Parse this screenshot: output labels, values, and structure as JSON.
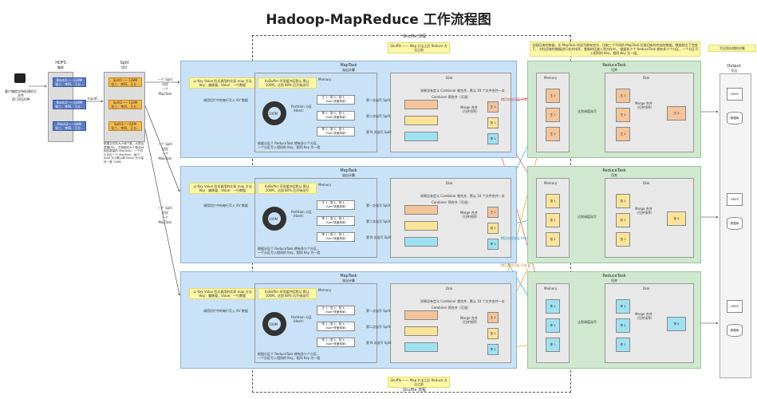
{
  "title": "Hadoop-MapReduce 工作流程图",
  "shuffle": {
    "top_label": "Shuffle 流程",
    "bottom_label": "Shuffle 流程",
    "top_note": "Shuffle —— Map 方法之后 Reduce 方法之前",
    "bottom_note": "Shuffle —— Map 方法之后 Reduce 方法之前"
  },
  "client": {
    "label": "客户端提交待处理的大文件\n45.5d320M"
  },
  "hdfs": {
    "title": "HDFS",
    "subtitle": "集群",
    "blocks": [
      "Block1——128M\n张三、李四、王五...",
      "Block2——128M\n张三、李四、王五...",
      "Block3——64M\n张三、李四、王五..."
    ]
  },
  "split": {
    "title": "Split",
    "subtitle": "切片",
    "items": [
      "Split1——128M\n张三、李四、王五...",
      "Split2——128M\n张三、李四、王五...",
      "Split3——64M\n张三、李四、王五..."
    ],
    "input_arrow": "InputF...",
    "note": "根据文件的大小和个数，计算出逻辑切片，并按照切片个数启动相应数量的 MapTask。一个切片对应一个 MapTask。每个 Split 大小默认和 Block 大小保持一致 128M"
  },
  "split_arrows": [
    "一个 Split\n对应\n一个 MapTask",
    "一个 Split\n对应\n一个 MapTask",
    "一个 Split\n对应\n一个 MapTask"
  ],
  "maptask": {
    "title": "MapTask",
    "subtitle": "溢出计算",
    "kv_note": "以 Key Value 形式调用的实现 map 方法\nKey：偏移量，Value：一行数据",
    "read_label": "调用切片中的每行写入 KV 数据",
    "kbuffer_note": "KvBuffer 环形缓冲区默认\n默认 100M，达到 80% 后开始溢写",
    "ring_label": "100M",
    "memory_title": "Memory",
    "memory_sub": "内存",
    "disk_title": "Disk",
    "disk_sub": "磁盘",
    "partition_label": "Partition 分区\n（Hash）",
    "partitions": [
      "王 1，张 1，张 1，...\n（Sort 快速排序）",
      "李 1，张 1，张 1，...\n（Sort 快速排序）",
      "李 1，张 1，张 1，...\n（Sort 快速排序）"
    ],
    "spill_labels": [
      "第一次溢写 Split",
      "第二次溢写 Split",
      "第 N 次溢写 Split"
    ],
    "combiner_note": "如果没有定义 Combiner 就合并，默认 10 个文件合并一次",
    "combiner_label": "Combiner 预合并（可选）",
    "merge_label": "Merge 合并\n（归并排序）",
    "segments": [
      "王 1",
      "张 1",
      "李 1"
    ],
    "reduce_note": "根据分区个 ReduceTask 拥有多少个分区，一个分区写入相同的 Key，相同 Key 为一组"
  },
  "mapper_panels": [
    {
      "disk_note": "如果没有定义 Combiner 就合并，默认 10 个文件合并一次"
    },
    {
      "disk_note": "如果没有定义 Combiner 就合并，默认 10 个文件合并一次"
    },
    {
      "disk_note": "如果没有定义 Combiner 就合并，默认 10 个文件合并一次"
    }
  ],
  "fetch_labels": [
    "拷贝对应分区 Fetch",
    "拷贝对应分区 Fetch",
    "拷贝对应分区 Fetch"
  ],
  "reducetask": {
    "title": "ReduceTask",
    "subtitle": "归并",
    "memory_title": "Memory",
    "memory_sub": "内存",
    "disk_title": "Disk",
    "disk_sub": "磁盘",
    "write_label": "达到阀值溢写",
    "merge_label": "Merge 合并\n（归并排序）",
    "values": [
      "王 1",
      "张 1",
      "李 1"
    ],
    "results": [
      "王 4",
      "张 4",
      "李 4"
    ],
    "top_note": "拉取回来的数据，在 MapTask 的溢写都有完毕，拉取三个不同的 MapTask 拉取回来的完成的数据，数据就全了完成了。\n对拉回来的数据进行合并排序，看够的话放入到内存中。\n根据多少个 ReduceTask 就有多少个分区，一个分区写入相同的 Key，相同 Key 为一组。"
  },
  "output": {
    "title": "Output",
    "subtitle": "写出",
    "note": "写出到存储的对象",
    "file_label": "HDFS",
    "db_label": "数据库"
  },
  "colors": {
    "maptask": "#c9e2f7",
    "reducetask": "#cfe8cf",
    "block": "#5b7cc4",
    "split": "#f2b84b",
    "seg_a": "#f4c49a",
    "seg_b": "#fbe39a",
    "seg_c": "#9fe1f2",
    "note": "#fdf7a6"
  }
}
